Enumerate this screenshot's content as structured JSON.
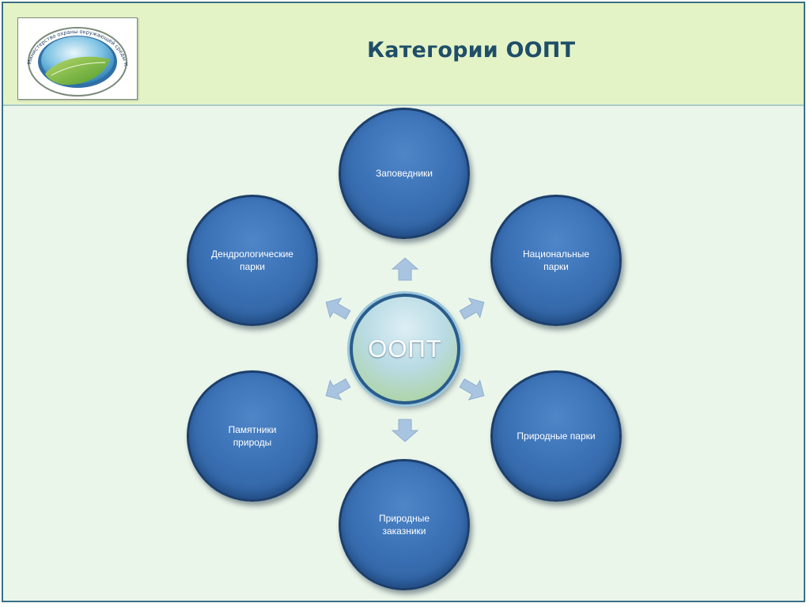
{
  "header": {
    "title": "Категории ООПТ",
    "logo_text": "Министерство охраны окружающей среды Кировской области"
  },
  "diagram": {
    "hub": "ООПТ",
    "nodes": {
      "top": "Заповедники",
      "upper_right": "Национальные\nпарки",
      "lower_right": "Природные парки",
      "bottom": "Природные\nзаказники",
      "lower_left": "Памятники\nприроды",
      "upper_left": "Дендрологические\nпарки"
    }
  },
  "colors": {
    "node_fill": "#3b72b6",
    "node_border": "#1c3f6b",
    "hub_fill": "#b9dbe4",
    "arrow_fill": "#a9c4e0",
    "title_color": "#1f4e69",
    "header_bg": "#e4f3c6",
    "panel_bg": "#ebf6ea"
  }
}
